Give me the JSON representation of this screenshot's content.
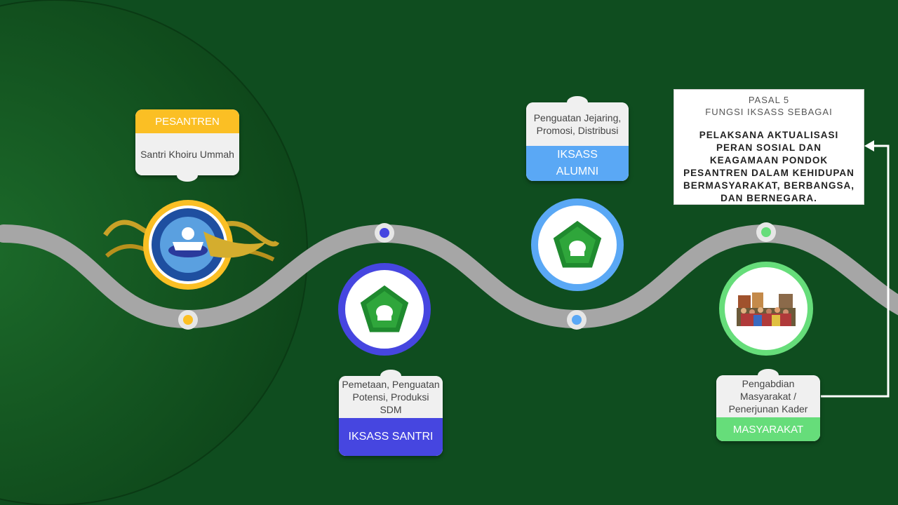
{
  "colors": {
    "background": "#0f4d1f",
    "pesantren": "#fbbf24",
    "santri": "#4646e0",
    "alumni": "#5aa8f5",
    "masyarakat": "#66dd7a",
    "road": "#a6a6a6"
  },
  "stages": [
    {
      "id": "pesantren",
      "band": "PESANTREN",
      "desc": "Santri Khoiru Ummah",
      "logo": "pesantren-sukorejo-logo"
    },
    {
      "id": "santri",
      "band": "IKSASS SANTRI",
      "desc": "Pemetaan, Penguatan Potensi, Produksi SDM",
      "logo": "iksass-logo"
    },
    {
      "id": "alumni",
      "band": "IKSASS ALUMNI",
      "desc": "Penguatan Jejaring, Promosi, Distribusi",
      "logo": "iksass-logo"
    },
    {
      "id": "masyarakat",
      "band": "MASYARAKAT",
      "desc": "Pengabdian Masyarakat / Penerjunan Kader",
      "logo": "community-photo"
    }
  ],
  "infobox": {
    "line1": "PASAL 5",
    "line2": "FUNGSI IKSASS SEBAGAI",
    "body": "PELAKSANA AKTUALISASI PERAN SOSIAL DAN KEAGAMAAN PONDOK PESANTREN DALAM KEHIDUPAN BERMASYARAKAT, BERBANGSA, DAN BERNEGARA."
  }
}
